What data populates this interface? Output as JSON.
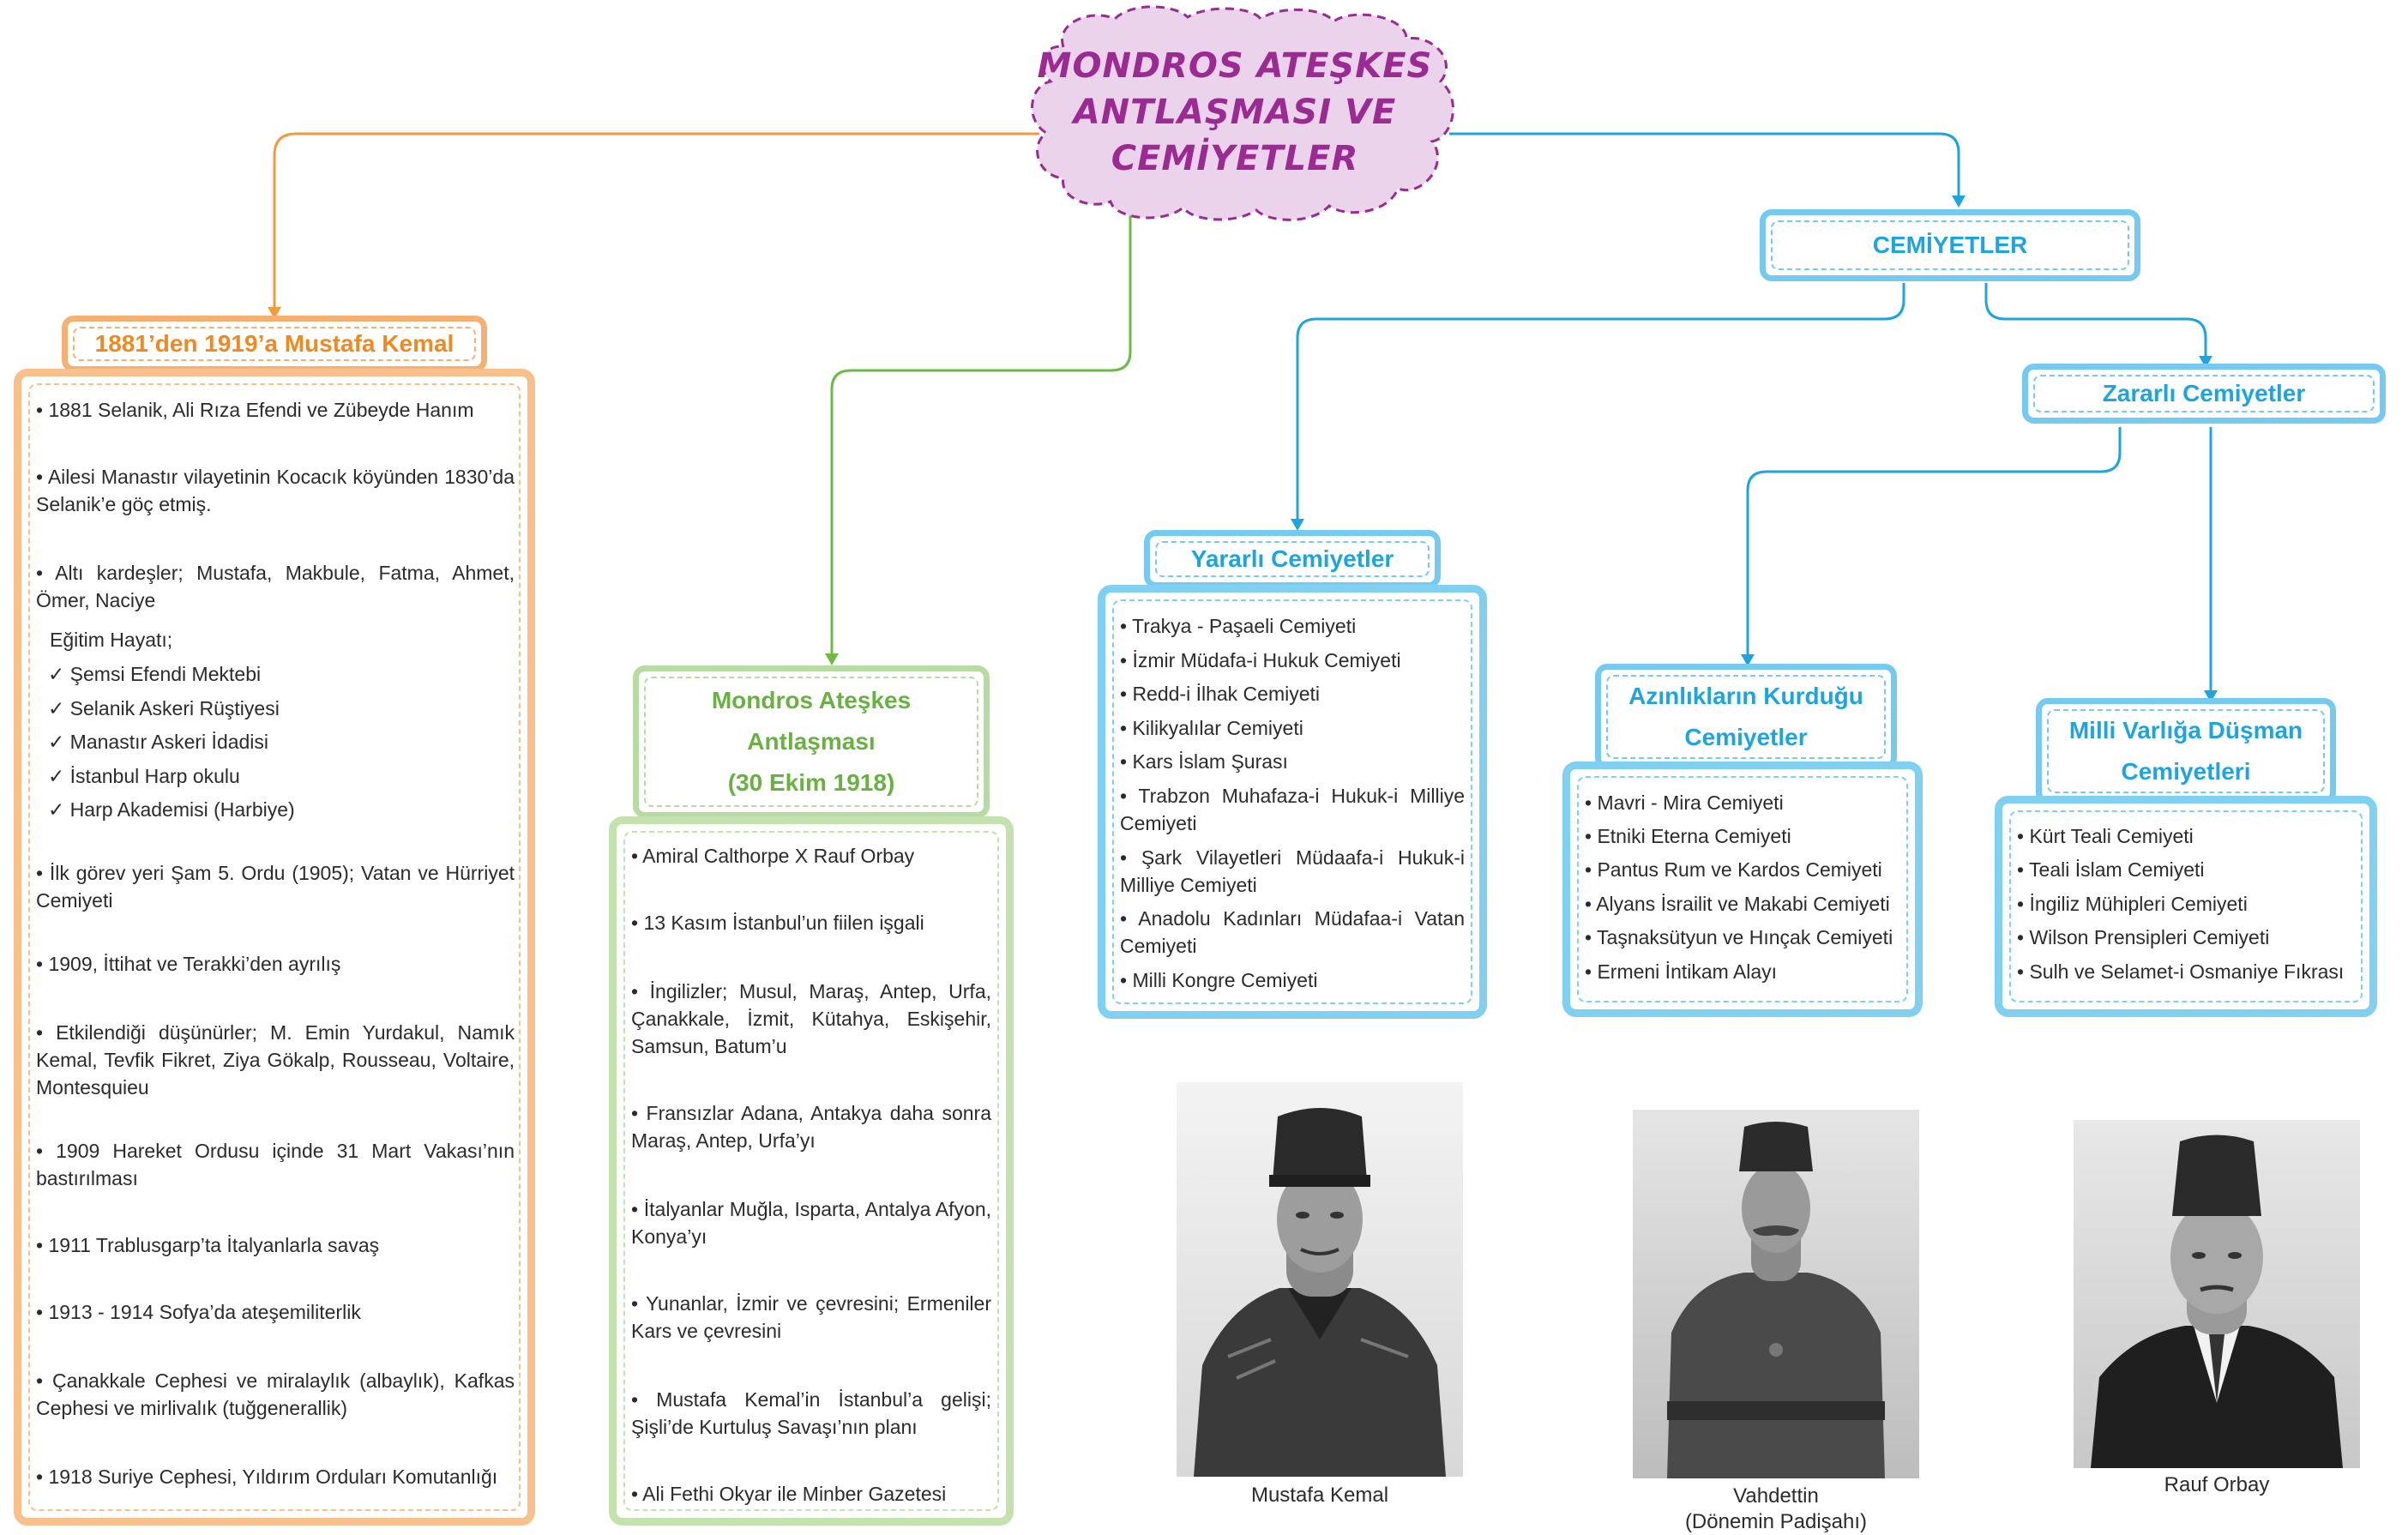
{
  "title": "MONDROS ATEŞKES ANTLAŞMASI VE CEMİYETLER",
  "colors": {
    "orange": "#ef8a23",
    "green": "#67b240",
    "blue": "#1ea4de",
    "purple": "#9b2a92",
    "cloud": "#ecd3ec"
  },
  "left": {
    "header": "1881’den 1919’a Mustafa Kemal",
    "p1": "• 1881 Selanik, Ali Rıza Efendi ve Zübeyde Hanım",
    "p2": "• Ailesi Manastır vilayetinin Kocacık köyünden 1830’da Selanik’e göç etmiş.",
    "p3": "• Altı kardeşler; Mustafa, Makbule, Fatma, Ahmet, Ömer, Naciye",
    "edu_title": "Eğitim Hayatı;",
    "edu": [
      "✓ Şemsi Efendi Mektebi",
      "✓ Selanik Askeri Rüştiyesi",
      "✓ Manastır Askeri İdadisi",
      "✓ İstanbul Harp okulu",
      "✓ Harp Akademisi (Harbiye)"
    ],
    "p4": "• İlk görev yeri Şam 5. Ordu (1905); Vatan ve Hürriyet Cemiyeti",
    "p5": "• 1909, İttihat ve Terakki’den ayrılış",
    "p6": "• Etkilendiği düşünürler; M. Emin Yurdakul, Namık Kemal, Tevfik Fikret, Ziya Gökalp, Rousseau, Voltaire, Montesquieu",
    "p7": "• 1909 Hareket Ordusu içinde 31 Mart Vakası’nın bastırılması",
    "p8": "• 1911 Trablusgarp’ta İtalyanlarla savaş",
    "p9": "• 1913 - 1914 Sofya’da ateşemiliterlik",
    "p10": "• Çanakkale Cephesi ve miralaylık (albaylık), Kafkas Cephesi ve mirlivalık (tuğgenerallik)",
    "p11": "• 1918 Suriye Cephesi, Yıldırım Orduları Komutanlığı"
  },
  "mondros": {
    "header1": "Mondros Ateşkes",
    "header2": "Antlaşması",
    "header3": "(30 Ekim 1918)",
    "p1": "• Amiral Calthorpe X Rauf Orbay",
    "p2": "• 13 Kasım İstanbul’un fiilen işgali",
    "p3": "• İngilizler; Musul, Maraş, Antep, Urfa, Çanakkale, İzmit, Kütahya, Eskişehir, Samsun, Batum’u",
    "p4": "• Fransızlar Adana, Antakya daha sonra Maraş, Antep, Urfa’yı",
    "p5": "• İtalyanlar Muğla, Isparta, Antalya Afyon, Konya’yı",
    "p6": "• Yunanlar, İzmir ve çevresini; Ermeniler Kars ve çevresini",
    "p7": "• Mustafa Kemal’in İstanbul’a gelişi; Şişli’de Kurtuluş Savaşı’nın planı",
    "p8": "• Ali Fethi Okyar ile Minber Gazetesi"
  },
  "cemiyetler": {
    "header": "CEMİYETLER",
    "yararli": {
      "header": "Yararlı Cemiyetler",
      "items": [
        "• Trakya - Paşaeli Cemiyeti",
        "• İzmir Müdafa-i Hukuk Cemiyeti",
        "• Redd-i İlhak Cemiyeti",
        "• Kilikyalılar Cemiyeti",
        "• Kars İslam Şurası",
        "• Trabzon Muhafaza-i Hukuk-i Milliye Cemiyeti",
        "• Şark Vilayetleri Müdaafa-i Hukuk-i Milliye Cemiyeti",
        "• Anadolu Kadınları Müdafaa-i Vatan Cemiyeti",
        "• Milli Kongre Cemiyeti"
      ]
    },
    "zararli": {
      "header": "Zararlı Cemiyetler",
      "azinlik": {
        "header1": "Azınlıkların Kurduğu",
        "header2": "Cemiyetler",
        "items": [
          "• Mavri - Mira Cemiyeti",
          "• Etniki Eterna Cemiyeti",
          "• Pantus Rum ve Kardos Cemiyeti",
          "• Alyans İsrailit ve Makabi Cemiyeti",
          "• Taşnaksütyun ve Hınçak Cemiyeti",
          "• Ermeni İntikam Alayı"
        ]
      },
      "milli": {
        "header1": "Milli Varlığa Düşman",
        "header2": "Cemiyetleri",
        "items": [
          "• Kürt Teali Cemiyeti",
          "• Teali İslam Cemiyeti",
          "• İngiliz Mühipleri Cemiyeti",
          "• Wilson Prensipleri Cemiyeti",
          "• Sulh ve Selamet-i Osmaniye Fıkrası"
        ]
      }
    }
  },
  "photos": {
    "mk_caption": "Mustafa Kemal",
    "vah_caption1": "Vahdettin",
    "vah_caption2": "(Dönemin Padişahı)",
    "rauf_caption": "Rauf Orbay"
  }
}
